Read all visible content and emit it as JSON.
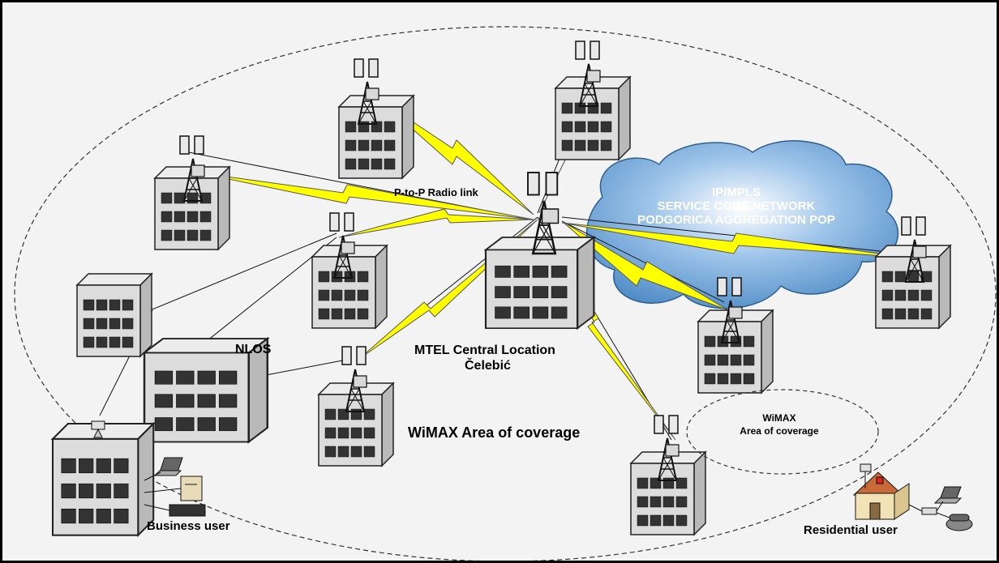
{
  "labels": {
    "ptp": "P-to-P Radio link",
    "cloud_line1": "IP/MPLS",
    "cloud_line2": "SERVICE CORE NETWORK",
    "cloud_line3": "PODGORICA AGGREGATION POP",
    "nlos": "NLOS",
    "central_line1": "MTEL Central Location",
    "central_line2": "Čelebić",
    "wimax_area": "WiMAX Area of coverage",
    "small_wimax_line1": "WiMAX",
    "small_wimax_line2": "Area of coverage",
    "business_user": "Business user",
    "residential_user": "Residential user"
  },
  "colors": {
    "background": "#f3f3f3",
    "radio_link": "#ffff00",
    "cloud": "#6fa6d6",
    "building_side": "#cfcfcf",
    "building_top": "#e8e8e8"
  },
  "icons": [
    "building-icon",
    "tower-icon",
    "lightning-link-icon",
    "cloud-icon",
    "laptop-icon",
    "server-icon",
    "house-icon",
    "telephone-icon"
  ]
}
